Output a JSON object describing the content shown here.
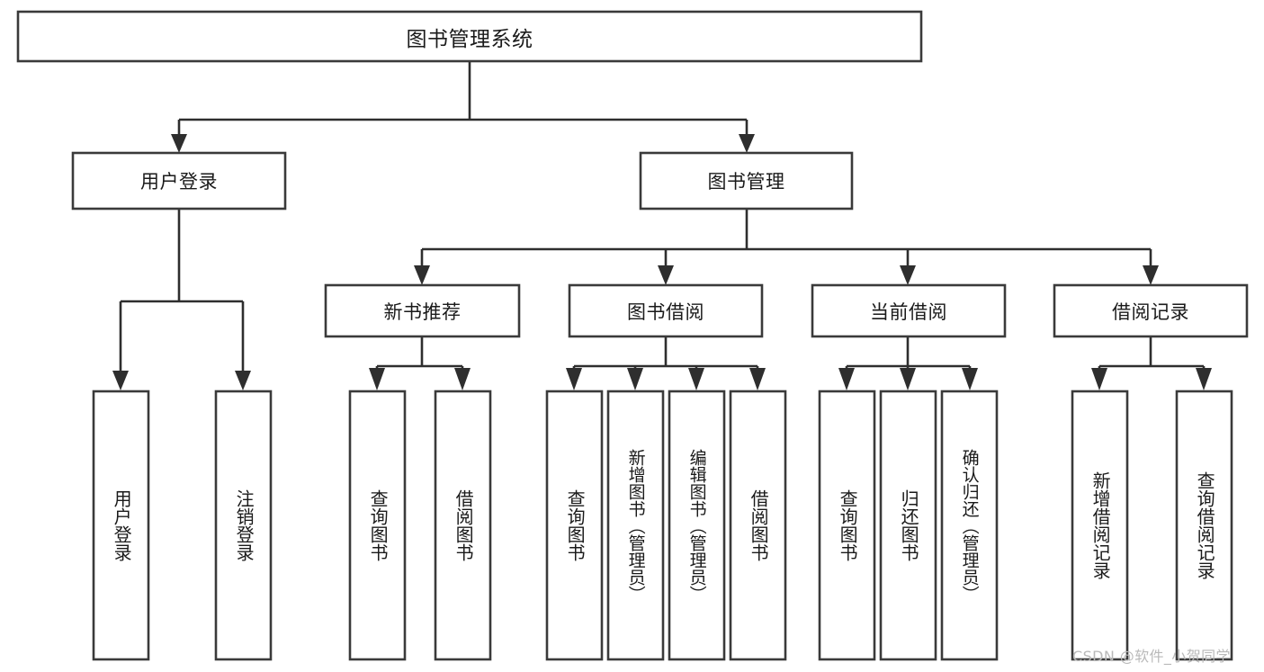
{
  "diagram": {
    "type": "tree-hierarchy",
    "title": "图书管理系统",
    "watermark": "CSDN @软件_小贺同学",
    "colors": {
      "box_stroke": "#3a3a3a",
      "box_fill": "#ffffff",
      "connector": "#2e2e2e",
      "text": "#1a1a1a",
      "watermark": "#b9b9b9",
      "background": "#ffffff"
    },
    "levels": {
      "root": {
        "label": "图书管理系统",
        "orientation": "horizontal"
      },
      "level2": [
        {
          "id": "user-login",
          "label": "用户登录",
          "orientation": "horizontal"
        },
        {
          "id": "book-management",
          "label": "图书管理",
          "orientation": "horizontal"
        }
      ],
      "level3": [
        {
          "id": "new-book-recommend",
          "label": "新书推荐",
          "orientation": "horizontal",
          "parent": "book-management"
        },
        {
          "id": "book-borrow",
          "label": "图书借阅",
          "orientation": "horizontal",
          "parent": "book-management"
        },
        {
          "id": "current-borrow",
          "label": "当前借阅",
          "orientation": "horizontal",
          "parent": "book-management"
        },
        {
          "id": "borrow-record",
          "label": "借阅记录",
          "orientation": "horizontal",
          "parent": "book-management"
        }
      ],
      "leaves": [
        {
          "id": "leaf-user-login",
          "label": "用户登录",
          "orientation": "vertical",
          "parent": "user-login"
        },
        {
          "id": "leaf-user-logout",
          "label": "注销登录",
          "orientation": "vertical",
          "parent": "user-login"
        },
        {
          "id": "leaf-query-book-1",
          "label": "查询图书",
          "orientation": "vertical",
          "parent": "new-book-recommend"
        },
        {
          "id": "leaf-borrow-book-1",
          "label": "借阅图书",
          "orientation": "vertical",
          "parent": "new-book-recommend"
        },
        {
          "id": "leaf-query-book-2",
          "label": "查询图书",
          "orientation": "vertical",
          "parent": "book-borrow"
        },
        {
          "id": "leaf-add-book",
          "label": "新增图书（管理员）",
          "orientation": "vertical",
          "parent": "book-borrow"
        },
        {
          "id": "leaf-edit-book",
          "label": "编辑图书（管理员）",
          "orientation": "vertical",
          "parent": "book-borrow"
        },
        {
          "id": "leaf-borrow-book-2",
          "label": "借阅图书",
          "orientation": "vertical",
          "parent": "book-borrow"
        },
        {
          "id": "leaf-query-book-3",
          "label": "查询图书",
          "orientation": "vertical",
          "parent": "current-borrow"
        },
        {
          "id": "leaf-return-book",
          "label": "归还图书",
          "orientation": "vertical",
          "parent": "current-borrow"
        },
        {
          "id": "leaf-confirm-return",
          "label": "确认归还（管理员）",
          "orientation": "vertical",
          "parent": "current-borrow"
        },
        {
          "id": "leaf-add-record",
          "label": "新增借阅记录",
          "orientation": "vertical",
          "parent": "borrow-record"
        },
        {
          "id": "leaf-query-record",
          "label": "查询借阅记录",
          "orientation": "vertical",
          "parent": "borrow-record"
        }
      ]
    }
  }
}
